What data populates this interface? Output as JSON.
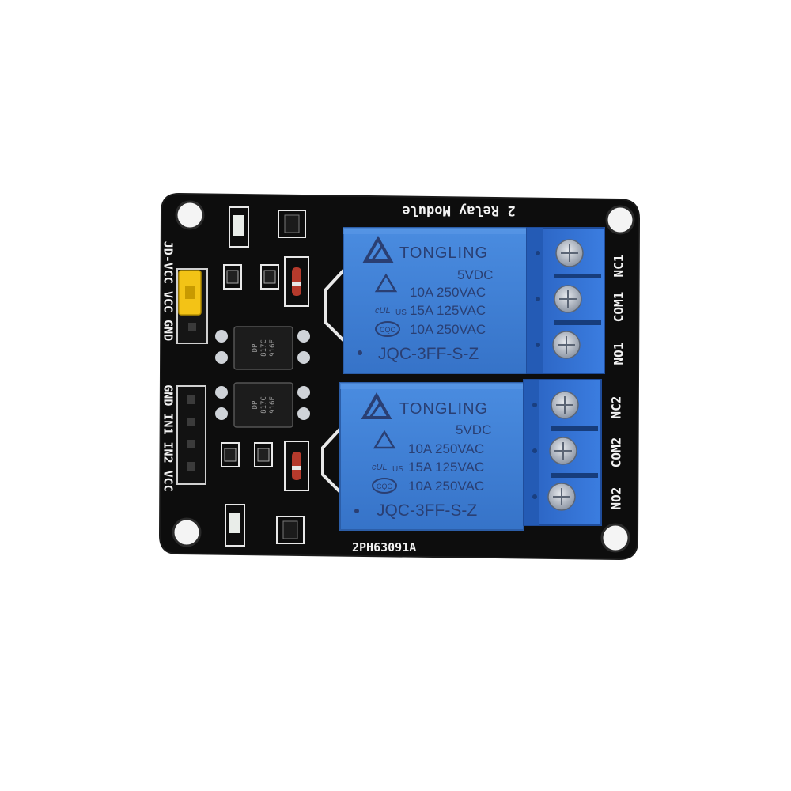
{
  "board": {
    "title": "2 Relay Module",
    "part_number": "2PH63091A",
    "jumper_label": "JD-VCC VCC GND",
    "header_label": "GND IN1 IN2 VCC",
    "relays": [
      {
        "brand": "TONGLING",
        "coil_voltage": "5VDC",
        "rating_1": "10A 250VAC",
        "rating_2": "15A 125VAC",
        "rating_3": "10A 250VAC",
        "model": "JQC-3FF-S-Z",
        "cert_1": "US",
        "cert_2": "CQC"
      },
      {
        "brand": "TONGLING",
        "coil_voltage": "5VDC",
        "rating_1": "10A 250VAC",
        "rating_2": "15A 125VAC",
        "rating_3": "10A 250VAC",
        "model": "JQC-3FF-S-Z",
        "cert_1": "US",
        "cert_2": "CQC"
      }
    ],
    "terminal_labels": [
      "NC1",
      "COM1",
      "NO1",
      "NC2",
      "COM2",
      "NO2"
    ],
    "optocouplers": [
      {
        "line_1": "DP",
        "line_2": "817C",
        "line_3": "916F"
      },
      {
        "line_1": "DP",
        "line_2": "817C",
        "line_3": "916F"
      }
    ],
    "colors": {
      "pcb": "#0d0d0d",
      "relay": "#3d7ed6",
      "terminal": "#2f6fd1",
      "jumper": "#f3c316",
      "silkscreen": "#f2f2f2"
    }
  }
}
